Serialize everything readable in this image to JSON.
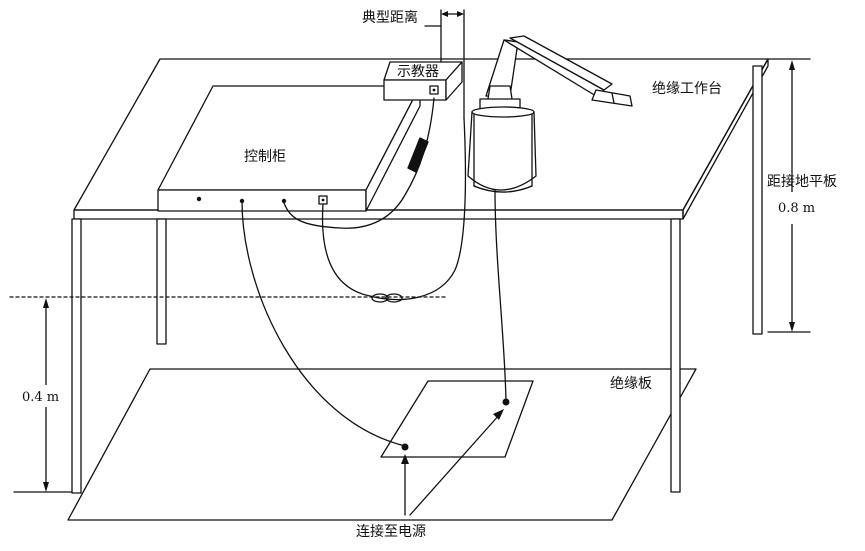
{
  "labels": {
    "typical_distance": "典型距离",
    "teach_pendant": "示教器",
    "insulated_workbench": "绝缘工作台",
    "control_cabinet": "控制柜",
    "height_label": "距接地平板",
    "table_height": "0.8 m",
    "cable_height": "0.4 m",
    "insulating_board": "绝缘板",
    "connect_to_power": "连接至电源"
  },
  "colors": {
    "line": "#111111",
    "background": "#ffffff"
  }
}
